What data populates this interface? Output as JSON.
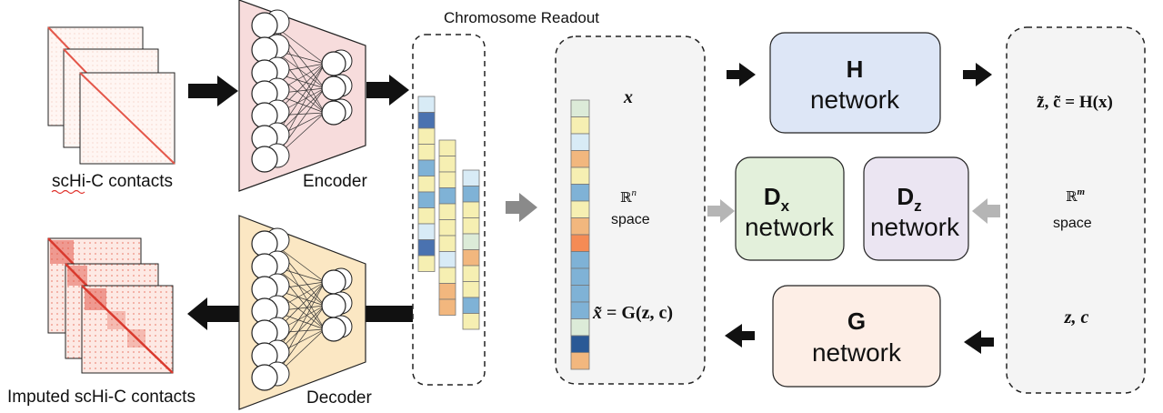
{
  "input": {
    "caption": "scHi-C contacts"
  },
  "output": {
    "caption": "Imputed scHi-C contacts"
  },
  "encoder": {
    "label": "Encoder"
  },
  "decoder": {
    "label": "Decoder"
  },
  "readout": {
    "title": "Chromosome Readout"
  },
  "x_space": {
    "top": "x",
    "space_symbol": "ℝ",
    "space_exp": "n",
    "space_word": "space",
    "recon_lhs": "x̃",
    "recon_rhs": " = G(z, c)"
  },
  "z_space": {
    "top": "z̃, c̃ = H(x)",
    "space_symbol": "ℝ",
    "space_exp": "m",
    "space_word": "space",
    "bottom": "z, c"
  },
  "h_net": {
    "letter": "H",
    "word": "network",
    "color": "#dde6f6"
  },
  "g_net": {
    "letter": "G",
    "word": "network",
    "color": "#fdeee6"
  },
  "dx_net": {
    "letter": "D",
    "sub": "x",
    "word": "network",
    "color": "#e3f0db"
  },
  "dz_net": {
    "letter": "D",
    "sub": "z",
    "word": "network",
    "color": "#ebe5f2"
  },
  "colors": {
    "encoder_fill": "#f7dcdc",
    "decoder_fill": "#fbe7c3",
    "cell_palette": [
      "#d8ebf6",
      "#4a72b0",
      "#f6efb2",
      "#f2b77e",
      "#7fb2d6",
      "#f58b55",
      "#dcebd8",
      "#2a5996"
    ]
  }
}
